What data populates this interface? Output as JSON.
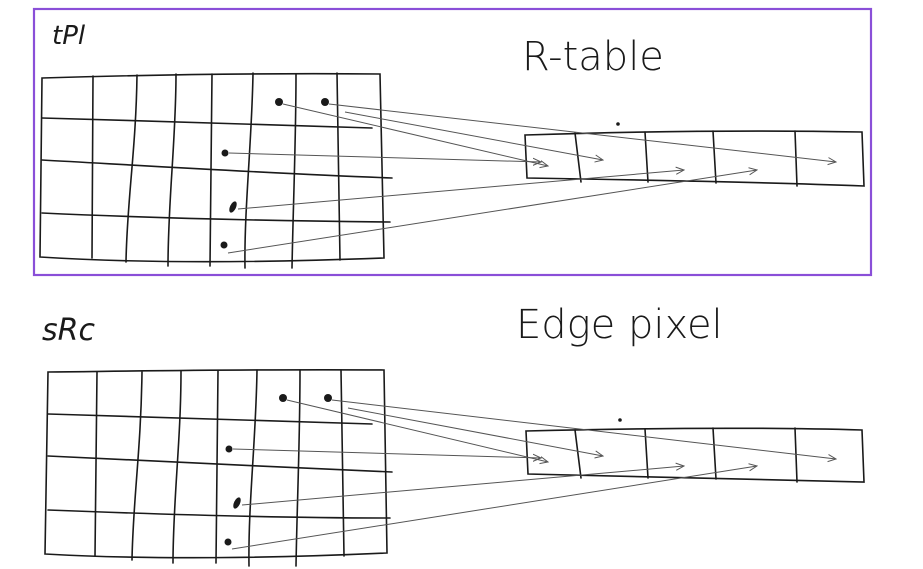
{
  "top_panel": {
    "grid_label": "tPl",
    "table_label": "R-table",
    "frame_color": "#8a4fd8",
    "table_cells": 5
  },
  "bottom_panel": {
    "grid_label": "sRc",
    "table_label": "Edge pixel",
    "table_cells": 5
  },
  "colors": {
    "ink": "#1a1a1a",
    "arrow": "#555555"
  }
}
